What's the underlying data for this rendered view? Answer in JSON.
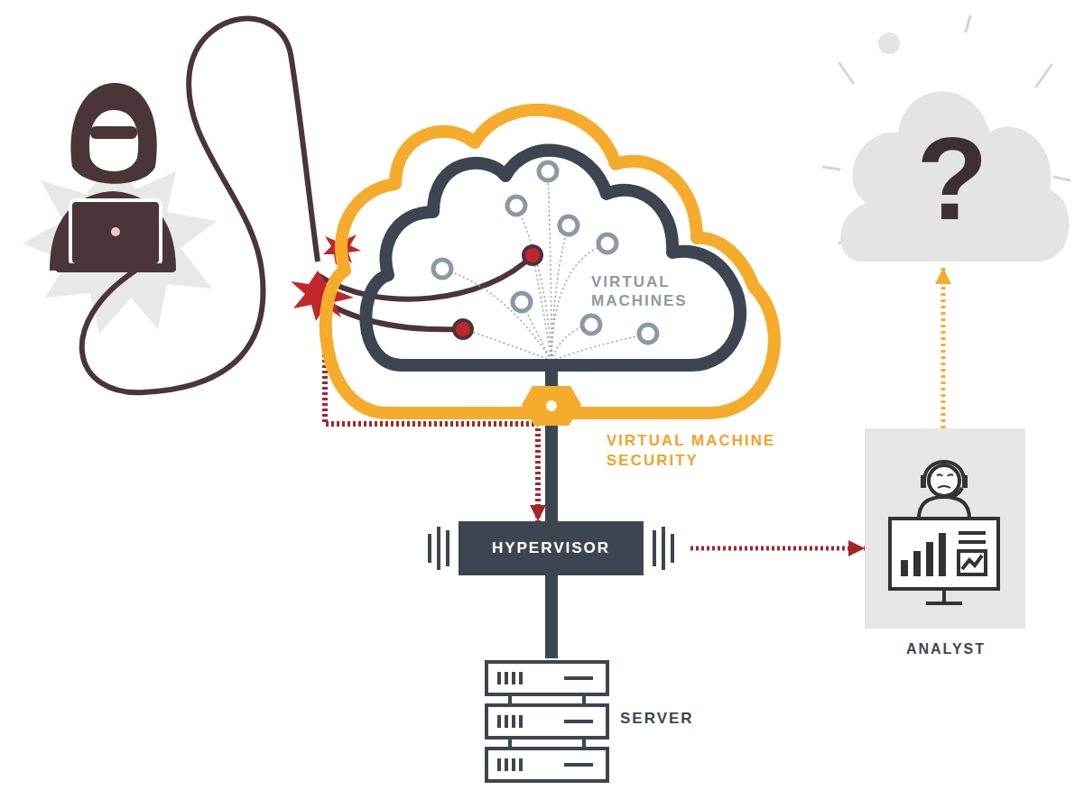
{
  "diagram": {
    "nodes": [
      {
        "text": [
          "VIRTUAL MACHINE SECURITY"
        ]
      },
      {
        "text": [
          "VIRTUAL MACHINES"
        ],
        "in": 0
      },
      {
        "text": [
          "HYPERVISOR"
        ]
      },
      {
        "text": [
          "SERVER"
        ]
      },
      {
        "text": [
          "ANALYST"
        ]
      },
      {
        "text": [
          "?"
        ]
      }
    ],
    "edges": [
      {
        "from": 1,
        "to": 2,
        "arrow": "none"
      },
      {
        "from": 2,
        "to": 3,
        "arrow": "none"
      },
      {
        "from": 0,
        "to": 2,
        "arrow": "to"
      },
      {
        "from": 2,
        "to": 4,
        "arrow": "to"
      },
      {
        "from": 4,
        "to": 5,
        "arrow": "to"
      }
    ]
  }
}
